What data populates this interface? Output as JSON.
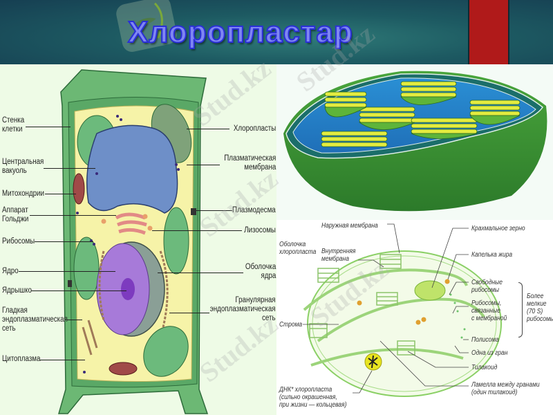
{
  "header": {
    "title": "Хлоропластар",
    "colors": {
      "background": "#1d5a62",
      "accent_bar": "#b01a1a",
      "title_fill": "#7f86f2",
      "title_stroke": "#2a2fd6"
    }
  },
  "plant_cell": {
    "left_labels": [
      {
        "text": "Стенка\nклетки",
        "line1": "Стенка",
        "line2": "клетки"
      },
      {
        "line1": "Центральная",
        "line2": "вакуоль"
      },
      {
        "line1": "Митохондрии"
      },
      {
        "line1": "Аппарат",
        "line2": "Гольджи"
      },
      {
        "line1": "Рибосомы"
      },
      {
        "line1": "Ядро"
      },
      {
        "line1": "Ядрышко"
      },
      {
        "line1": "Гладкая",
        "line2": "эндоплазматическая",
        "line3": "сеть"
      },
      {
        "line1": "Цитоплазма"
      }
    ],
    "right_labels": [
      {
        "line1": "Хлоропласты"
      },
      {
        "line1": "Плазматическая",
        "line2": "мембрана"
      },
      {
        "line1": "Плазмодесма"
      },
      {
        "line1": "Лизосомы"
      },
      {
        "line1": "Оболочка",
        "line2": "ядра"
      },
      {
        "line1": "Гранулярная",
        "line2": "эндоплазматическая",
        "line3": "сеть"
      }
    ]
  },
  "chloroplast_diagram": {
    "labels": {
      "envelope": {
        "line1": "Оболочка",
        "line2": "хлоропласта"
      },
      "outer_membrane": "Наружная мембрана",
      "inner_membrane": {
        "line1": "Внутренняя",
        "line2": "мембрана"
      },
      "starch_grain": "Крахмальное зерно",
      "lipid_droplet": "Капелька жира",
      "free_ribosomes": {
        "line1": "Свободные",
        "line2": "рибосомы"
      },
      "bound_ribosomes": {
        "line1": "Рибосомы,",
        "line2": "связанные",
        "line3": "с мембраной"
      },
      "smaller_ribosomes": {
        "line1": "Более",
        "line2": "мелкие",
        "line3": "(70 S)",
        "line4": "рибосомы*"
      },
      "stroma": "Строма",
      "polysome": "Полисома",
      "granum": "Одна из гран",
      "thylakoid": "Тилакоид",
      "lamella": {
        "line1": "Ламелла между гранами",
        "line2": "(один тилакоид)"
      },
      "dna": {
        "line1": "ДНК* хлоропласта",
        "line2": "(сильно окрашенная,",
        "line3": "при жизни — кольцевая)"
      }
    }
  },
  "watermark": {
    "text": "Stud.kz"
  }
}
